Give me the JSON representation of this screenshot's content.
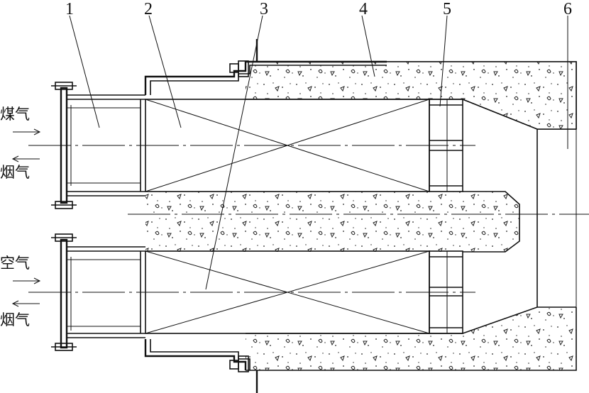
{
  "labels": [
    {
      "id": "1",
      "text": "1"
    },
    {
      "id": "2",
      "text": "2"
    },
    {
      "id": "3",
      "text": "3"
    },
    {
      "id": "4",
      "text": "4"
    },
    {
      "id": "5",
      "text": "5"
    },
    {
      "id": "6",
      "text": "6"
    }
  ],
  "flows": {
    "gas_in": "煤气",
    "flue_out_top": "烟气",
    "air_in": "空气",
    "flue_out_bottom": "烟气"
  }
}
